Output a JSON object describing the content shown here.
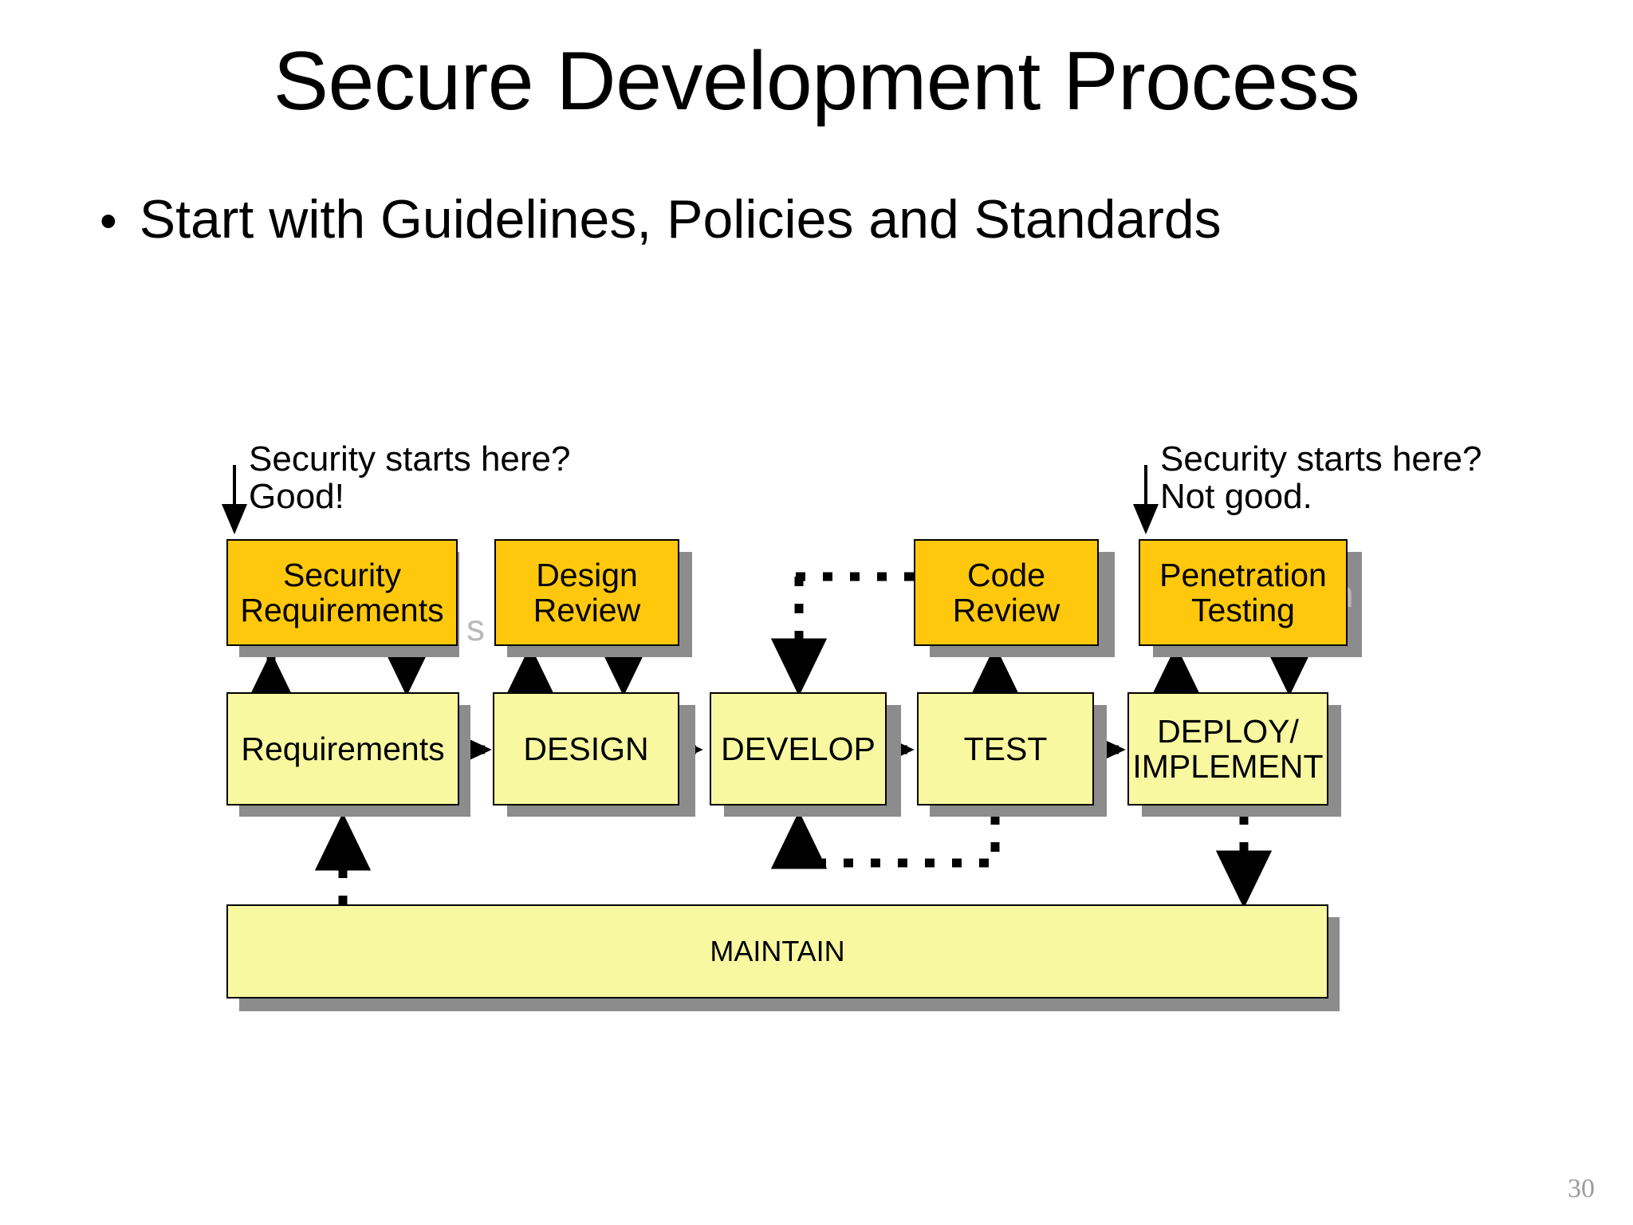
{
  "slide": {
    "title": "Secure Development Process",
    "page_number": "30",
    "bullet_marker": "•",
    "bullet_text": "Start with Guidelines, Policies and Standards"
  },
  "diagram": {
    "annotations": [
      {
        "name": "left-annotation",
        "text": "Security starts here?\nGood!"
      },
      {
        "name": "right-annotation",
        "text": "Security starts here?\nNot good."
      }
    ],
    "security_boxes": [
      {
        "name": "security-requirements",
        "label": "Security\nRequirements"
      },
      {
        "name": "design-review",
        "label": "Design\nReview"
      },
      {
        "name": "code-review",
        "label": "Code\nReview"
      },
      {
        "name": "penetration-testing",
        "label": "Penetration\nTesting"
      }
    ],
    "lifecycle_boxes": [
      {
        "name": "requirements",
        "label": "Requirements"
      },
      {
        "name": "design",
        "label": "DESIGN"
      },
      {
        "name": "develop",
        "label": "DEVELOP"
      },
      {
        "name": "test",
        "label": "TEST"
      },
      {
        "name": "deploy-implement",
        "label": "DEPLOY/\nIMPLEMENT"
      }
    ],
    "maintain_box": {
      "name": "maintain",
      "label": "MAINTAIN"
    },
    "watermarks": [
      "s",
      "h"
    ],
    "colors": {
      "security_fill": "#FFC80C",
      "lifecycle_fill": "#F8F8A0",
      "shadow": "#8C8C8C",
      "stroke": "#000000",
      "page_number": "#9B9B9B"
    }
  }
}
